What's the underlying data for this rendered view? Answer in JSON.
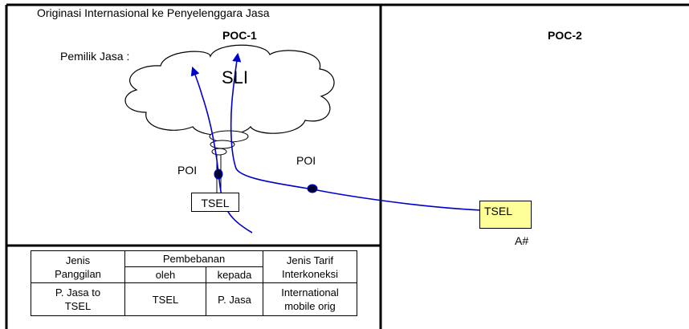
{
  "diagram": {
    "title": "Originasi Internasional ke Penyelenggara Jasa",
    "poc1_label": "POC-1",
    "poc2_label": "POC-2",
    "owner_label": "Pemilik Jasa :",
    "cloud_label": "SLI",
    "poi_label_left": "POI",
    "poi_label_right": "POI",
    "node_tsel_left": "TSEL",
    "node_tsel_right": "TSEL",
    "a_number": "A#",
    "colors": {
      "route": "#0000cc",
      "poi_dot": "#000033",
      "tsel_right_fill": "#ffff99",
      "frame": "#000000"
    }
  },
  "table": {
    "col_call_type_line1": "Jenis",
    "col_call_type_line2": "Panggilan",
    "col_charging": "Pembebanan",
    "col_by": "oleh",
    "col_to": "kepada",
    "col_tariff_line1": "Jenis Tarif",
    "col_tariff_line2": "Interkoneksi",
    "row1_call_line1": "P. Jasa to",
    "row1_call_line2": "TSEL",
    "row1_by": "TSEL",
    "row1_to": "P. Jasa",
    "row1_tariff_line1": "International",
    "row1_tariff_line2": "mobile orig"
  }
}
